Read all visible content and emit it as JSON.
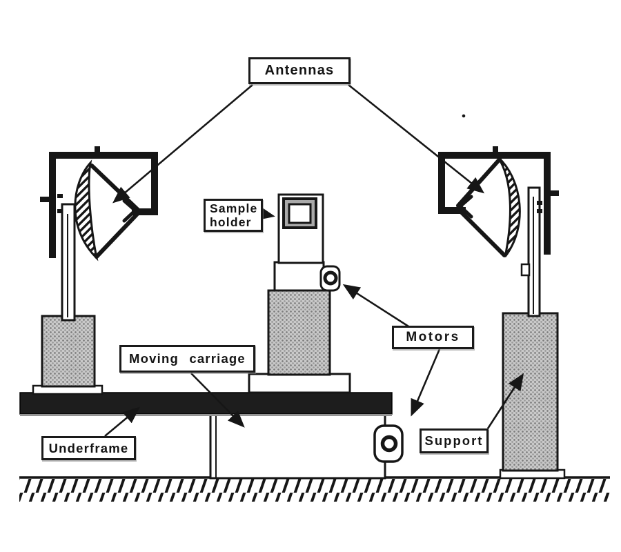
{
  "diagram": {
    "labels": {
      "antennas": "Antennas",
      "sample_holder": {
        "line1": "Sample",
        "line2": "holder"
      },
      "motors": "Motors",
      "moving_carriage": "Moving carriage",
      "underframe": "Underframe",
      "support": "Support"
    },
    "colors": {
      "ink": "#161616",
      "rail_dark": "#1d1d1d",
      "window_gray": "#a9a9a9",
      "pedestal_gray": "#c9c9c9",
      "paper": "#ffffff"
    }
  }
}
